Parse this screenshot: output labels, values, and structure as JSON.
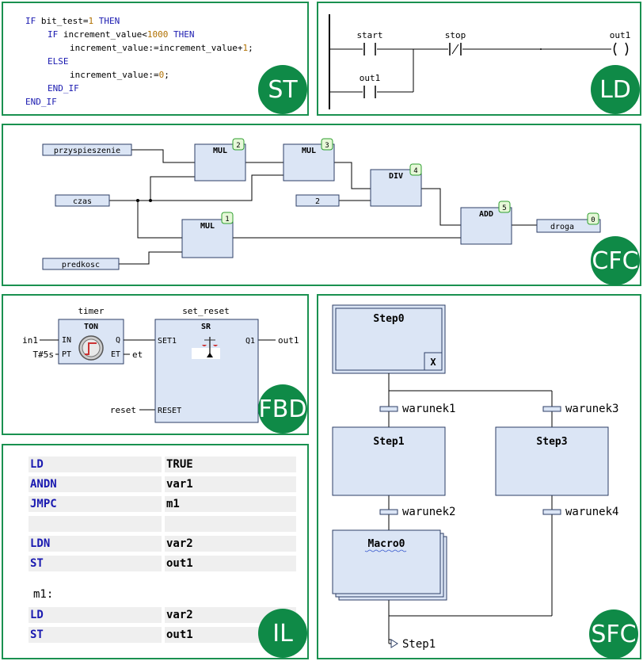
{
  "colors": {
    "border": "#1a9150",
    "badge": "#0f8a47",
    "keyword": "#1a1ab0",
    "number": "#b07000",
    "block_fill": "#dbe5f5",
    "block_stroke": "#2c3e66"
  },
  "st": {
    "badge": "ST",
    "lines": [
      {
        "indent": 0,
        "parts": [
          {
            "t": "IF ",
            "c": "kw"
          },
          {
            "t": "bit_test=",
            "c": ""
          },
          {
            "t": "1",
            "c": "num"
          },
          {
            "t": " THEN",
            "c": "kw"
          }
        ]
      },
      {
        "indent": 1,
        "parts": [
          {
            "t": "IF ",
            "c": "kw"
          },
          {
            "t": "increment_value<",
            "c": ""
          },
          {
            "t": "1000",
            "c": "num"
          },
          {
            "t": " THEN",
            "c": "kw"
          }
        ]
      },
      {
        "indent": 2,
        "parts": [
          {
            "t": "increment_value:=increment_value+",
            "c": ""
          },
          {
            "t": "1",
            "c": "num"
          },
          {
            "t": ";",
            "c": ""
          }
        ]
      },
      {
        "indent": 1,
        "parts": [
          {
            "t": "ELSE",
            "c": "kw"
          }
        ]
      },
      {
        "indent": 2,
        "parts": [
          {
            "t": "increment_value:=",
            "c": ""
          },
          {
            "t": "0",
            "c": "num"
          },
          {
            "t": ";",
            "c": ""
          }
        ]
      },
      {
        "indent": 1,
        "parts": [
          {
            "t": "END_IF",
            "c": "kw"
          }
        ]
      },
      {
        "indent": 0,
        "parts": [
          {
            "t": "END_IF",
            "c": "kw"
          }
        ]
      }
    ]
  },
  "ld": {
    "badge": "LD",
    "contact_start": "start",
    "contact_stop": "stop",
    "coil_out1": "out1",
    "contact_out1": "out1"
  },
  "cfc": {
    "badge": "CFC",
    "inputs": {
      "przyspieszenie": "przyspieszenie",
      "czas": "czas",
      "two": "2",
      "predkosc": "predkosc"
    },
    "blocks": [
      {
        "id": "mul2",
        "label": "MUL",
        "order": "2"
      },
      {
        "id": "mul3",
        "label": "MUL",
        "order": "3"
      },
      {
        "id": "div4",
        "label": "DIV",
        "order": "4"
      },
      {
        "id": "add5",
        "label": "ADD",
        "order": "5"
      },
      {
        "id": "mul1",
        "label": "MUL",
        "order": "1"
      }
    ],
    "output": {
      "label": "droga",
      "order": "0"
    }
  },
  "fbd": {
    "badge": "FBD",
    "timer": {
      "instance": "timer",
      "type": "TON",
      "in": "IN",
      "pt": "PT",
      "q": "Q",
      "et": "ET"
    },
    "sr": {
      "instance": "set_reset",
      "type": "SR",
      "set1": "SET1",
      "reset": "RESET",
      "q1": "Q1"
    },
    "vars": {
      "in1": "in1",
      "t5s": "T#5s",
      "et": "et",
      "out1": "out1",
      "reset": "reset"
    }
  },
  "il": {
    "badge": "IL",
    "rows": [
      {
        "op": "LD",
        "arg": "TRUE"
      },
      {
        "op": "ANDN",
        "arg": "var1"
      },
      {
        "op": "JMPC",
        "arg": "m1"
      },
      {
        "op": "",
        "arg": ""
      },
      {
        "op": "LDN",
        "arg": "var2"
      },
      {
        "op": "ST",
        "arg": "out1"
      }
    ],
    "label": "m1:",
    "rows2": [
      {
        "op": "LD",
        "arg": "var2"
      },
      {
        "op": "ST",
        "arg": "out1"
      }
    ]
  },
  "sfc": {
    "badge": "SFC",
    "step0": "Step0",
    "step0_marker": "X",
    "step1": "Step1",
    "step3": "Step3",
    "macro": "Macro0",
    "t1": "warunek1",
    "t2": "warunek2",
    "t3": "warunek3",
    "t4": "warunek4",
    "jump": "Step1"
  }
}
